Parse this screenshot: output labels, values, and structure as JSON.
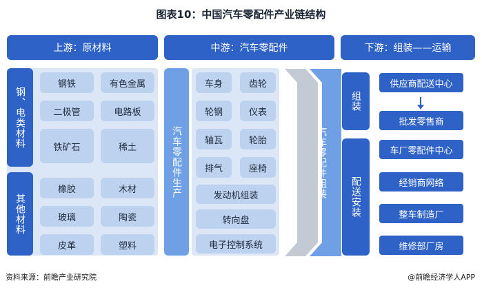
{
  "title": "图表10：中国汽车零配件产业链结构",
  "headers": {
    "upstream": "上游：原材料",
    "midstream": "中游：汽车零配件",
    "downstream": "下游：组装——运输"
  },
  "upstream": {
    "group1_label": "钢、电类材料",
    "group2_label": "其他材料",
    "group1_items": [
      "钢铁",
      "有色金属",
      "二极管",
      "电路板",
      "铁矿石",
      "稀土"
    ],
    "group2_items": [
      "橡胶",
      "木材",
      "玻璃",
      "陶瓷",
      "皮革",
      "塑料"
    ]
  },
  "midstream": {
    "production_label": "汽车零配件生产",
    "parts_grid": [
      "车身",
      "齿轮",
      "轮钢",
      "仪表",
      "轴瓦",
      "轮胎",
      "排气",
      "座椅"
    ],
    "parts_wide": [
      "发动机组装",
      "转向盘",
      "电子控制系统"
    ],
    "assembly_label": "汽车零配件组装"
  },
  "downstream": {
    "assembly_label": "组装",
    "assembly_items": [
      "供应商配送中心",
      "批发零售商"
    ],
    "distribution_label": "配送安装",
    "distribution_items": [
      "车厂零配件中心",
      "经销商网络",
      "整车制造厂",
      "维修部厂房"
    ]
  },
  "footer": {
    "source": "资料来源：前瞻产业研究院",
    "brand": "@前瞻经济学人APP"
  },
  "colors": {
    "primary": "#2f62c6",
    "light": "#bdd2ef",
    "panel": "#dbe6f6",
    "medium": "#6fa0e6"
  }
}
